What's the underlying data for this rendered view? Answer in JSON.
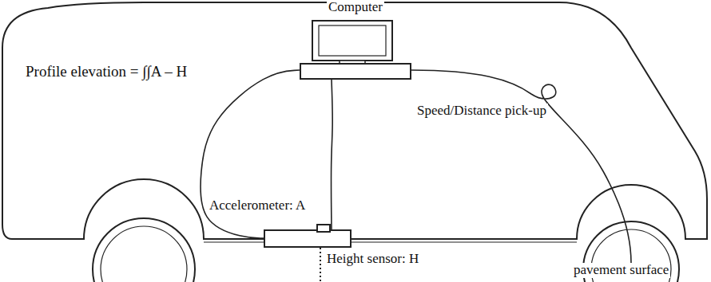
{
  "diagram": {
    "nodes": [
      {
        "text": [
          "Computer"
        ]
      },
      {
        "text": [
          "Accelerometer: A",
          "Height sensor: H"
        ]
      }
    ],
    "edges": [
      {
        "from": 0,
        "to": 1,
        "arrow": "none"
      },
      {
        "from": 0,
        "to": 1,
        "arrow": "none"
      }
    ],
    "labels": [
      "Profile elevation = ∫∫A – H",
      "Speed/Distance pick-up",
      "pavement surface"
    ]
  }
}
